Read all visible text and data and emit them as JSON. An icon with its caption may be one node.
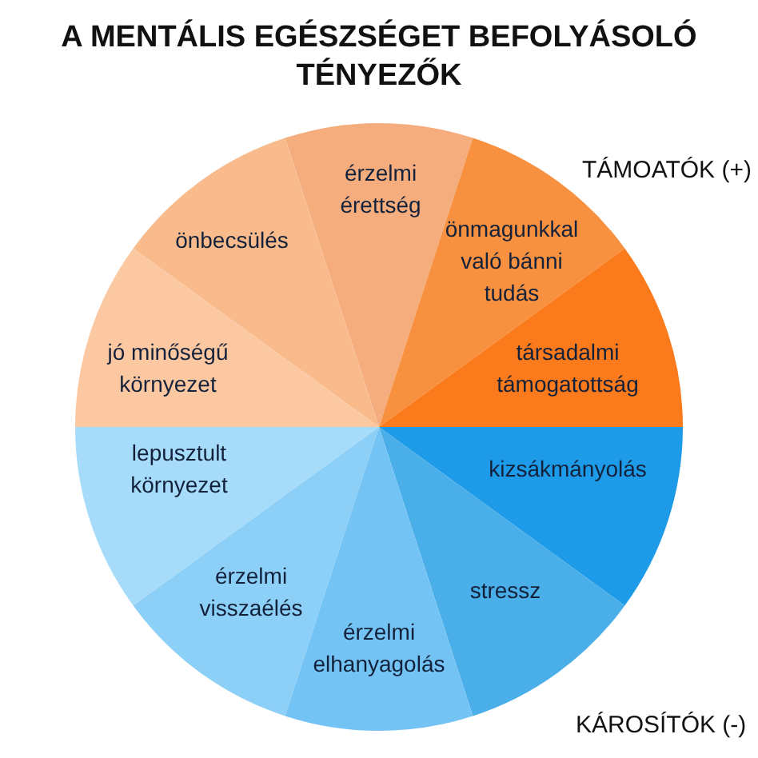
{
  "diagram": {
    "title": "A MENTÁLIS EGÉSZSÉGET BEFOLYÁSOLÓ TÉNYEZŐK",
    "nodes": [
      {
        "text": [
          "érzelmi érettség"
        ]
      },
      {
        "text": [
          "önbecsülés"
        ]
      },
      {
        "text": [
          "önmagunkkal való bánni tudás"
        ]
      },
      {
        "text": [
          "jó minőségű környezet"
        ]
      },
      {
        "text": [
          "társadalmi támogatottság"
        ]
      },
      {
        "text": [
          "lepusztult környezet"
        ]
      },
      {
        "text": [
          "kizsákmányolás"
        ]
      },
      {
        "text": [
          "érzelmi visszaélés"
        ]
      },
      {
        "text": [
          "stressz"
        ]
      },
      {
        "text": [
          "érzelmi elhanyagolás"
        ]
      }
    ],
    "labels": [
      "TÁMOATÓK (+)",
      "KÁROSÍTÓK (-)"
    ]
  }
}
